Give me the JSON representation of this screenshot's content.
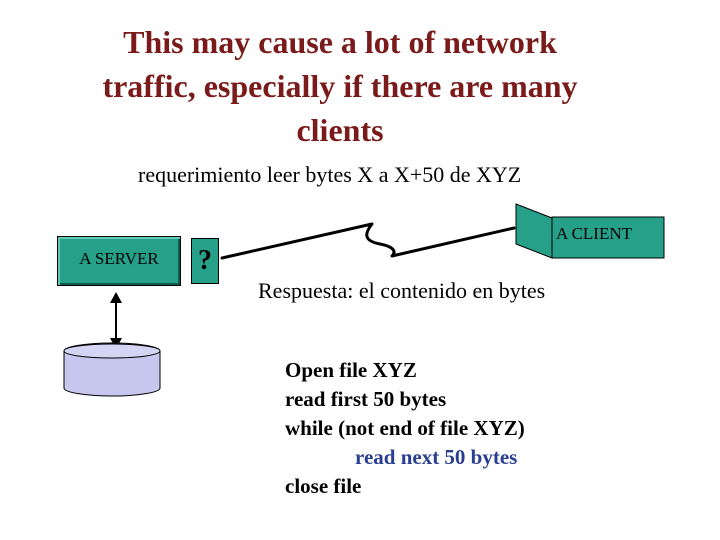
{
  "title_lines": [
    "This may cause a lot of network",
    "traffic, especially if there are many",
    "clients"
  ],
  "request_text": "requerimiento leer bytes X a X+50 de XYZ",
  "server_label": "A SERVER",
  "question_mark": "?",
  "client_label": "A CLIENT",
  "response_text": "Respuesta: el contenido en bytes",
  "code_lines": [
    "Open file XYZ",
    "read first 50 bytes",
    "while (not end of file XYZ)",
    "read next 50 bytes",
    "close file"
  ],
  "colors": {
    "title": "#7a1a1a",
    "node_fill": "#27a08a",
    "database_fill": "#c6c6ef",
    "loop_body": "#2a3f8f"
  }
}
